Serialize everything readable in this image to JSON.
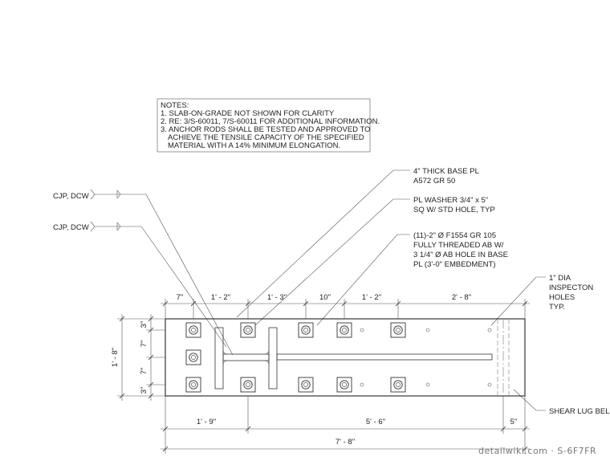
{
  "notes": {
    "heading": "NOTES:",
    "lines": [
      "1. SLAB-ON-GRADE NOT SHOWN FOR CLARITY",
      "2. RE: 3/S-60011, 7/S-60011 FOR ADDITIONAL INFORMATION.",
      "3. ANCHOR RODS SHALL BE TESTED AND APPROVED TO",
      "ACHIEVE THE TENSILE CAPACITY OF THE SPECIFIED",
      "MATERIAL WITH A 14% MINIMUM ELONGATION."
    ]
  },
  "callouts": {
    "base_plate": [
      "4\" THICK BASE PL",
      "A572 GR 50"
    ],
    "washer": [
      "PL WASHER 3/4\" x 5\"",
      "SQ W/ STD HOLE, TYP"
    ],
    "anchor_bolts": [
      "(11)-2\" Ø F1554 GR 105",
      "FULLY THREADED AB W/",
      "3 1/4\" Ø AB HOLE IN BASE",
      "PL (3'-0\" EMBEDMENT)"
    ],
    "inspection": [
      "1\" DIA",
      "INSPECTON",
      "HOLES",
      "TYP."
    ],
    "shear_lug": "SHEAR LUG BELOW",
    "weld_1": "CJP, DCW",
    "weld_2": "CJP, DCW"
  },
  "dims_top": [
    "7\"",
    "1' - 2\"",
    "1' - 3\"",
    "10\"",
    "1' - 2\"",
    "2' - 8\""
  ],
  "dims_left": [
    "3\"",
    "7\"",
    "7\"",
    "3\""
  ],
  "dim_overall_height": "1' - 8\"",
  "dims_bottom": [
    "1' - 9\"",
    "5' - 6\"",
    "5\""
  ],
  "dim_overall_length": "7' - 8\"",
  "watermark": "detailwiki.com · S-6F7FR"
}
